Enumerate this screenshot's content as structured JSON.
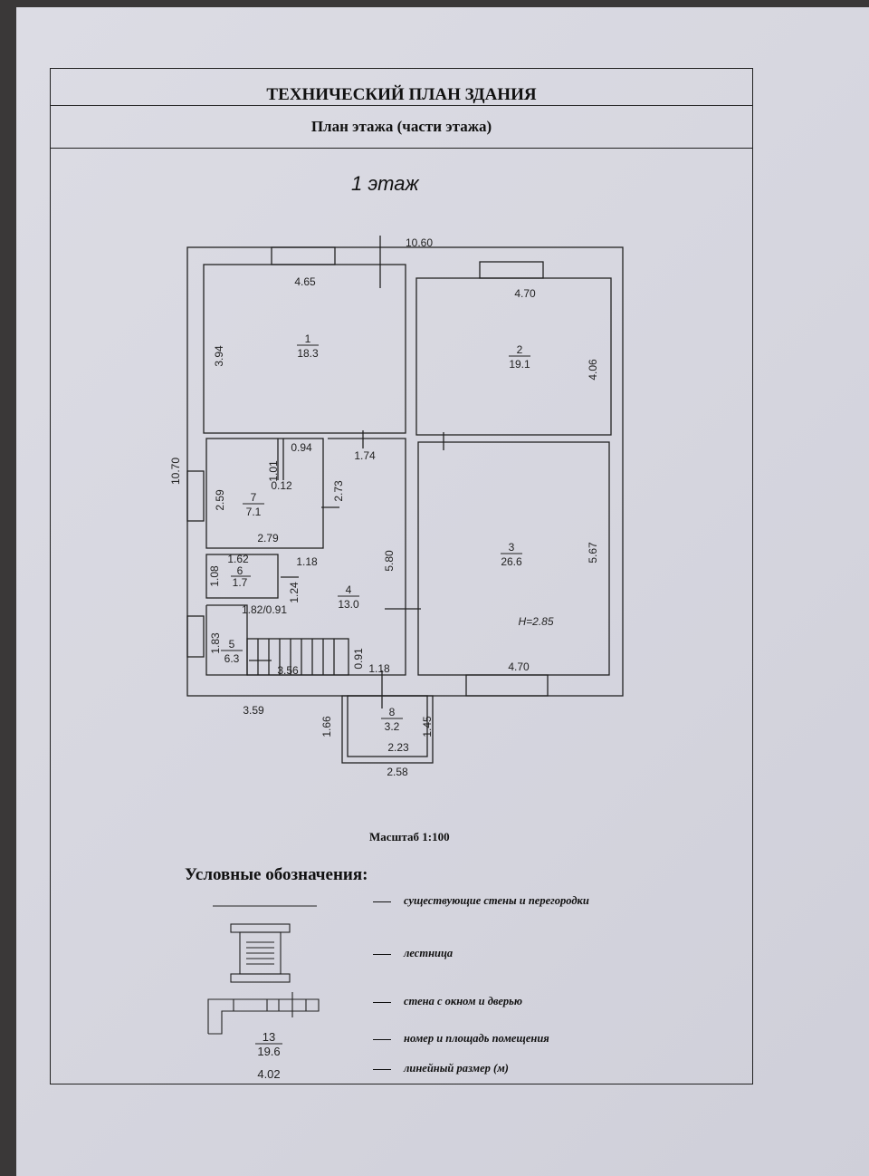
{
  "header": {
    "title": "ТЕХНИЧЕСКИЙ ПЛАН ЗДАНИЯ",
    "subtitle": "План этажа (части этажа)"
  },
  "floor_label": "1 этаж",
  "rooms": [
    {
      "number": "1",
      "area": "18.3"
    },
    {
      "number": "2",
      "area": "19.1"
    },
    {
      "number": "3",
      "area": "26.6"
    },
    {
      "number": "4",
      "area": "13.0"
    },
    {
      "number": "5",
      "area": "6.3"
    },
    {
      "number": "6",
      "area": "1.7"
    },
    {
      "number": "7",
      "area": "7.1"
    },
    {
      "number": "8",
      "area": "3.2"
    }
  ],
  "dimensions": {
    "overall_width": "10.60",
    "overall_height": "10.70",
    "r1_w": "4.65",
    "r1_h": "3.94",
    "r2_w": "4.70",
    "r2_h": "4.06",
    "niche_w": "0.94",
    "niche_h": "1.01",
    "niche_t": "0.12",
    "hall_top": "1.74",
    "r7_h": "2.59",
    "r7_h2": "2.73",
    "r7_w": "2.79",
    "r6_w": "1.62",
    "r6_h": "1.08",
    "r4_w": "1.18",
    "r4_h": "1.24",
    "r4_len": "5.80",
    "r3_h": "5.67",
    "stair_dim": "1.82/0.91",
    "r5_h": "1.83",
    "stair_w": "0.91",
    "stair_len": "3.56",
    "r4_bottom": "1.18",
    "r3_w": "4.70",
    "bottom_left": "3.59",
    "porch_h": "1.66",
    "porch_h2": "1.45",
    "porch_w": "2.23",
    "porch_outer": "2.58",
    "ceiling": "H=2.85"
  },
  "scale": "Масштаб 1:100",
  "legend": {
    "title": "Условные обозначения:",
    "items": [
      "существующие стены и перегородки",
      "лестница",
      "стена с окном и дверью",
      "номер и площадь помещения",
      "линейный размер (м)"
    ],
    "sample_number": "13",
    "sample_area": "19.6",
    "sample_dim": "4.02"
  }
}
